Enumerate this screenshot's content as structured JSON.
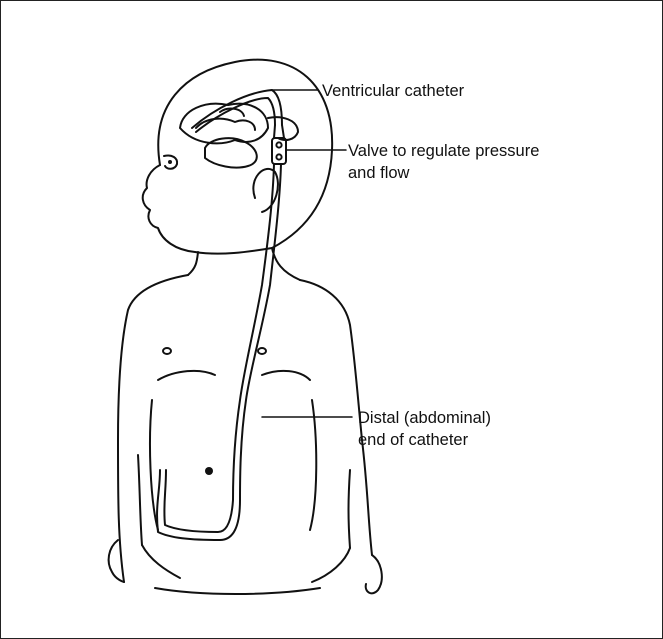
{
  "diagram": {
    "labels": {
      "ventricular_catheter": "Ventricular catheter",
      "valve_line1": "Valve to regulate pressure",
      "valve_line2": "and flow",
      "distal_line1": "Distal (abdominal)",
      "distal_line2": "end of catheter"
    },
    "colors": {
      "line": "#111111",
      "background": "#ffffff"
    }
  }
}
